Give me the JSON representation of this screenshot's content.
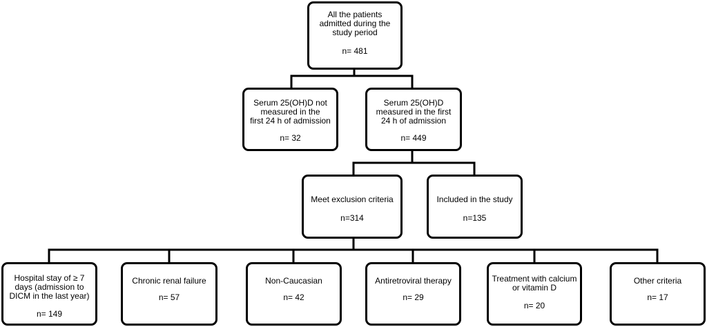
{
  "flowchart": {
    "all_patients": {
      "label": "All the patients\nadmitted during the\nstudy period",
      "count": "n= 481"
    },
    "not_measured": {
      "label": "Serum 25(OH)D not\nmeasured in the\nfirst 24 h of admission",
      "count": "n= 32"
    },
    "measured": {
      "label": "Serum 25(OH)D\nmeasured in the first\n24 h of admission",
      "count": "n= 449"
    },
    "exclusion": {
      "label": "Meet exclusion criteria",
      "count": "n=314"
    },
    "included": {
      "label": "Included in the study",
      "count": "n=135"
    },
    "criteria": [
      {
        "label": "Hospital stay of ≥ 7\ndays (admission to\nDICM in the last year)",
        "count": "n= 149"
      },
      {
        "label": "Chronic renal failure",
        "count": "n= 57"
      },
      {
        "label": "Non-Caucasian",
        "count": "n= 42"
      },
      {
        "label": "Antiretroviral therapy",
        "count": "n= 29"
      },
      {
        "label": "Treatment with calcium\nor vitamin D",
        "count": "n= 20"
      },
      {
        "label": "Other criteria",
        "count": "n= 17"
      }
    ]
  }
}
